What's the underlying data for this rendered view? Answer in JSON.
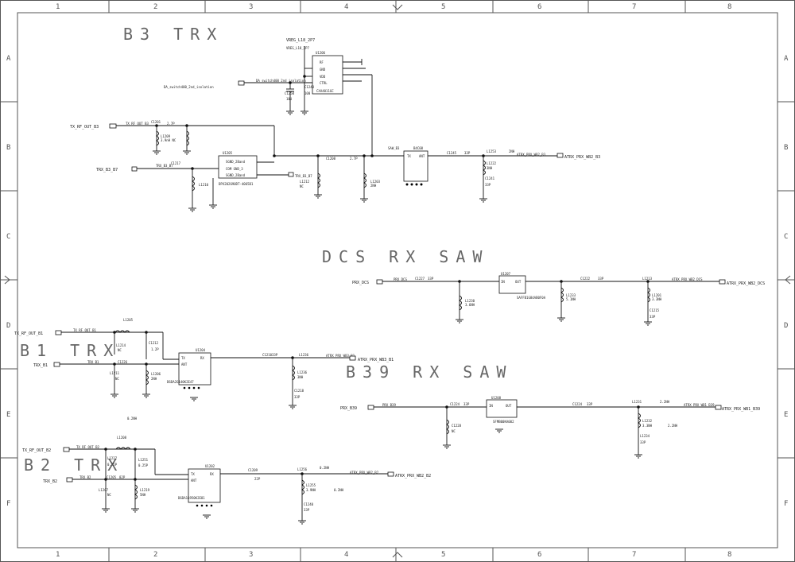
{
  "sheet": {
    "columns": [
      "1",
      "2",
      "3",
      "4",
      "5",
      "6",
      "7",
      "8"
    ],
    "rows": [
      "A",
      "B",
      "C",
      "D",
      "E",
      "F"
    ]
  },
  "titles": {
    "b3": "B3 TRX",
    "dcs": "DCS RX SAW",
    "b1": "B1 TRX",
    "b39": "B39 RX SAW",
    "b2": "B2 TRX"
  },
  "ports": {
    "tx_b3": "TX_RF_OUT_B3",
    "trx_b3": "TRX_B3_B7",
    "prx_dcs": "PRX_DCS",
    "tx_b1": "TX_RF_OUT_B1",
    "trx_b1": "TRX_B1",
    "prx_b39": "PRX_B39",
    "tx_b2": "TX_RF_OUT_B2",
    "trx_b2": "TRX_B2",
    "da_switch": "DA_switch400_2nd_isolation",
    "vreg": "VREG_L18_2P7",
    "atrx_b3": "ATRX_PRX_WB2_B3",
    "atrx_dcs": "ATRX_PRX_WB2_DCS",
    "atrx_b1": "ATRX_PRX_WB3_B1",
    "atrx_b39": "ATRX_PRX_WB1_B39",
    "atrx_b2": "ATRX_PRX_WB2_B2"
  },
  "chips": {
    "u1206": {
      "ref": "U1206",
      "part": "CXA4011GC",
      "pins": [
        "RF",
        "GND",
        "VDD",
        "CTRL"
      ]
    },
    "u1205": {
      "ref": "U1205",
      "part": "DPX202690DT-4065B1",
      "pins": [
        "SGND_2Band",
        "COM GND_3",
        "SGND_2Band"
      ]
    },
    "u1203": {
      "ref": "SAW_B3",
      "part": "B4C08",
      "pins": [
        "TX",
        "ANT"
      ]
    },
    "u1207": {
      "ref": "U1207",
      "part": "SAFFB1G84AB0F0A",
      "pins": [
        "IN",
        "OUT"
      ]
    },
    "u1204": {
      "ref": "U1204",
      "part": "D6DA2G140K2E47",
      "pins": [
        "TX",
        "RX",
        "ANT"
      ]
    },
    "u1208": {
      "ref": "U1208",
      "part": "SFMB00KA002",
      "pins": [
        "IN",
        "OUT"
      ]
    },
    "u1202": {
      "ref": "U1202",
      "part": "D6DA1G950K2E81",
      "pins": [
        "TX",
        "RX",
        "ANT"
      ]
    }
  },
  "components": {
    "c1201": "C1201",
    "c1201v": "2.7P",
    "l1209": "L1209",
    "l1209v": "3.9nH NC",
    "c1217": "C1217",
    "c1217v": "82P",
    "l1210": "L1210",
    "l1212": "L1212",
    "l1212v": "NC",
    "c1208": "C1208",
    "c1208v": "2.7P",
    "l1203": "L1203",
    "l1203v": "2NH",
    "c1245": "C1245",
    "c1245v": "33P",
    "l1253": "L1253",
    "l1253v": "2NH",
    "l1222": "L1222",
    "l1222v": "3NH",
    "c1241": "C1241",
    "c1241v": "33P",
    "c1250": "C1250",
    "c1250v": "10U",
    "c1248": "C1248",
    "c1248v": "100",
    "c1227": "C1227",
    "c1227v": "33P",
    "l1230": "L1230",
    "l1230v": "3.6NH",
    "c1222": "C1222",
    "c1222v": "33P",
    "l1233": "L1233",
    "l1233v": "5.1NH",
    "l1213": "L1213",
    "l1201": "L1201",
    "l1201v": "3.3NH",
    "c1215": "C1215",
    "c1215v": "33P",
    "l1205": "L1205",
    "l1214": "L1214",
    "l1214v": "NC",
    "c1212": "C1212",
    "c1212v": "1.2P",
    "l1211": "L1211",
    "l1211v": "NC",
    "l1206": "L1206",
    "l1206v": "2NH",
    "c1210": "C1210",
    "c1210v": "33P",
    "l1236": "L1236",
    "l1236v": "3NH",
    "c1226": "C1226",
    "c1226v": "33P",
    "c1228": "C1228",
    "c1228v": "NC",
    "c1218": "C1218",
    "c1218v": "33P",
    "c1224": "C1224",
    "c1224v": "33P",
    "l1231": "L1231",
    "l1231v": "3.3NH",
    "l1232": "L1232",
    "l1232v": "2.2NH",
    "l1234": "L1234",
    "l1234v": "33P",
    "zero": "0.2NH",
    "l1208": "L1208",
    "l1227": "L1227",
    "l1227v": "0.75P",
    "l1251": "L1251",
    "l1251v": "0.25P",
    "c1205": "C1205",
    "c1205v": "82P",
    "l1207": "L1207",
    "l1207v": "NC",
    "l1219": "L1219",
    "l1219v": "5NH",
    "c1209": "C1209",
    "c1209v": "22P",
    "l1255": "L1255",
    "l1255v": "3.9NH",
    "l1256": "L1256",
    "l1256v": "0.2NH",
    "c1240": "C1240",
    "c1240v": "33P"
  }
}
